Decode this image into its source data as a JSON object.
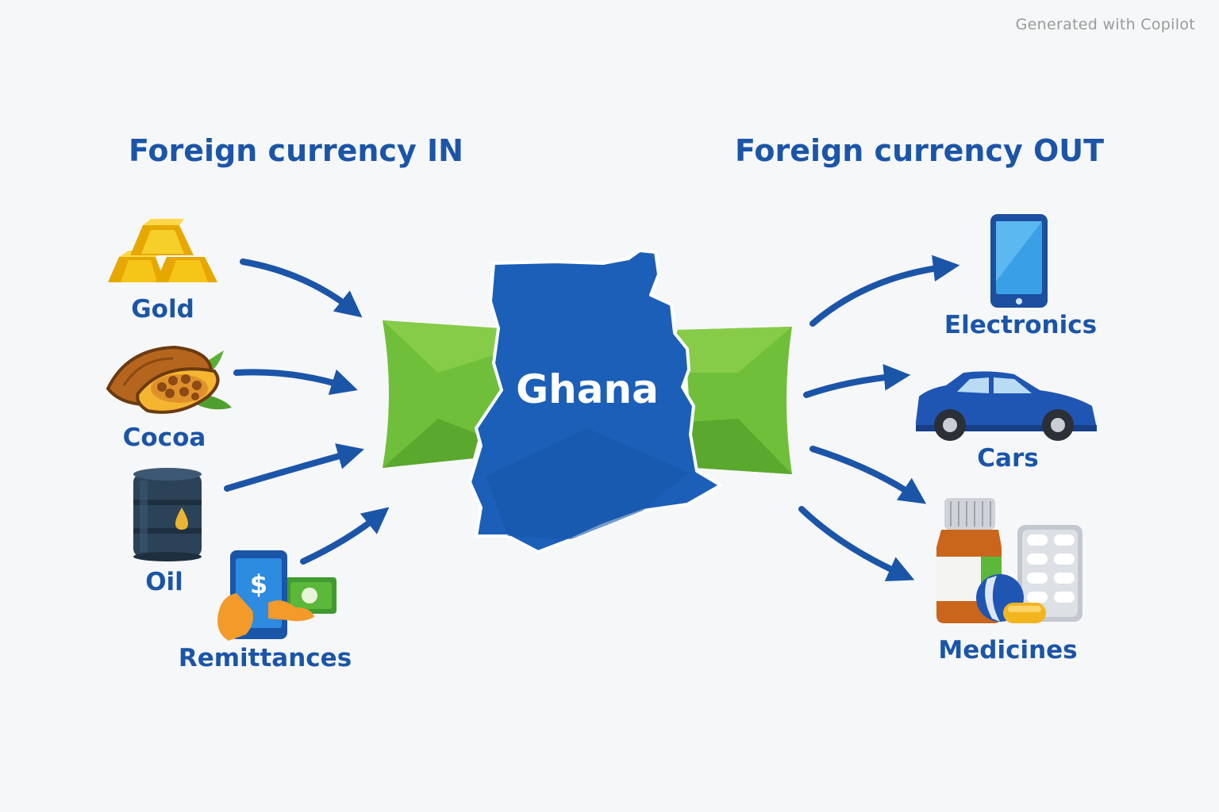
{
  "watermark": "Generated with Copilot",
  "headings": {
    "in": "Foreign currency IN",
    "out": "Foreign currency OUT"
  },
  "center": {
    "label": "Ghana",
    "map_color": "#1b5fb8",
    "band_color": "#6fbf3a"
  },
  "inflows": [
    {
      "label": "Gold",
      "icon": "gold-bars-icon"
    },
    {
      "label": "Cocoa",
      "icon": "cocoa-pod-icon"
    },
    {
      "label": "Oil",
      "icon": "oil-barrel-icon"
    },
    {
      "label": "Remittances",
      "icon": "mobile-money-icon"
    }
  ],
  "outflows": [
    {
      "label": "Electronics",
      "icon": "smartphone-icon"
    },
    {
      "label": "Cars",
      "icon": "car-icon"
    },
    {
      "label": "Medicines",
      "icon": "medicine-icon"
    }
  ],
  "colors": {
    "text": "#1b55a8",
    "arrow": "#1b55a8",
    "background": "#f6f7f8"
  }
}
